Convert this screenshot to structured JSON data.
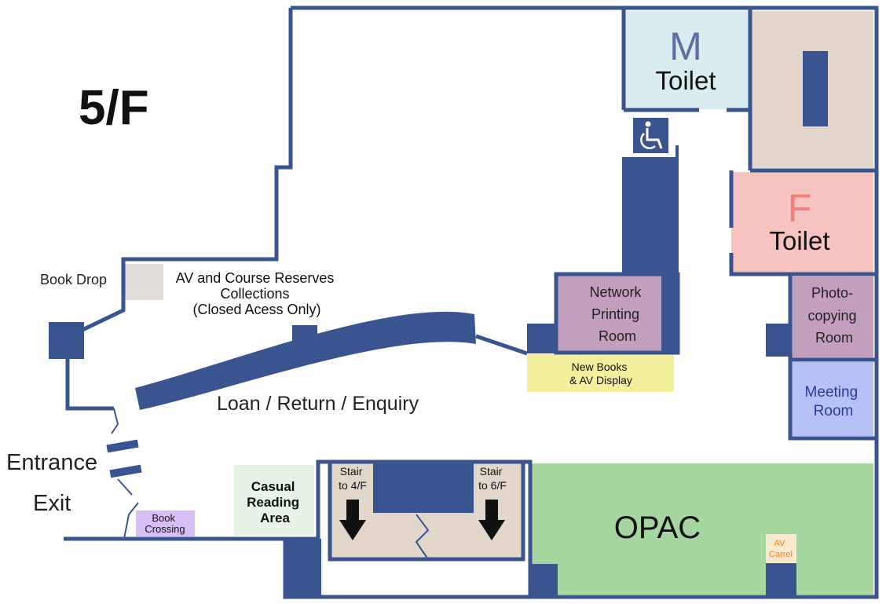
{
  "floor": {
    "title": "5/F"
  },
  "colors": {
    "wall": "#39548f",
    "toilet_m": "#d9ecf0",
    "toilet_m_letter": "#5a6fa3",
    "toilet_f": "#f6c3bf",
    "toilet_f_letter": "#ef7f77",
    "lift": "#e3d6ca",
    "stair": "#e3d6ca",
    "printing": "#c29fbd",
    "photocopy": "#c29fbd",
    "meeting": "#b6c1f7",
    "meeting_text": "#2a3c9a",
    "opac": "#a6d69f",
    "new_books": "#f3ef9d",
    "casual": "#e6f3e6",
    "book_crossing": "#d7bff3",
    "av_carrel": "#fbe9cf",
    "av_carrel_text": "#f08a24",
    "av_collection": "#e0dbd6"
  },
  "rooms": {
    "toilet_m": {
      "letter": "M",
      "label": "Toilet"
    },
    "toilet_f": {
      "letter": "F",
      "label": "Toilet"
    },
    "accessible_icon": "wheelchair-icon",
    "network_printing": {
      "lines": [
        "Network",
        "Printing",
        "Room"
      ]
    },
    "photocopying": {
      "lines": [
        "Photo-",
        "copying",
        "Room"
      ]
    },
    "meeting": {
      "lines": [
        "Meeting",
        "Room"
      ]
    },
    "new_books": {
      "lines": [
        "New Books",
        "& AV Display"
      ]
    },
    "opac": {
      "label": "OPAC"
    },
    "av_carrel": {
      "lines": [
        "AV",
        "Carrel"
      ]
    },
    "casual_reading": {
      "lines": [
        "Casual",
        "Reading",
        "Area"
      ]
    },
    "book_crossing": {
      "lines": [
        "Book",
        "Crossing"
      ]
    },
    "stair_down": {
      "lines": [
        "Stair",
        "to 4/F"
      ]
    },
    "stair_up": {
      "lines": [
        "Stair",
        "to 6/F"
      ]
    },
    "av_collections": {
      "lines": [
        "AV and Course Reserves",
        "Collections",
        "(Closed Acess Only)"
      ]
    }
  },
  "labels": {
    "book_drop": "Book Drop",
    "loan_counter": "Loan / Return / Enquiry",
    "entrance": "Entrance",
    "exit": "Exit"
  }
}
